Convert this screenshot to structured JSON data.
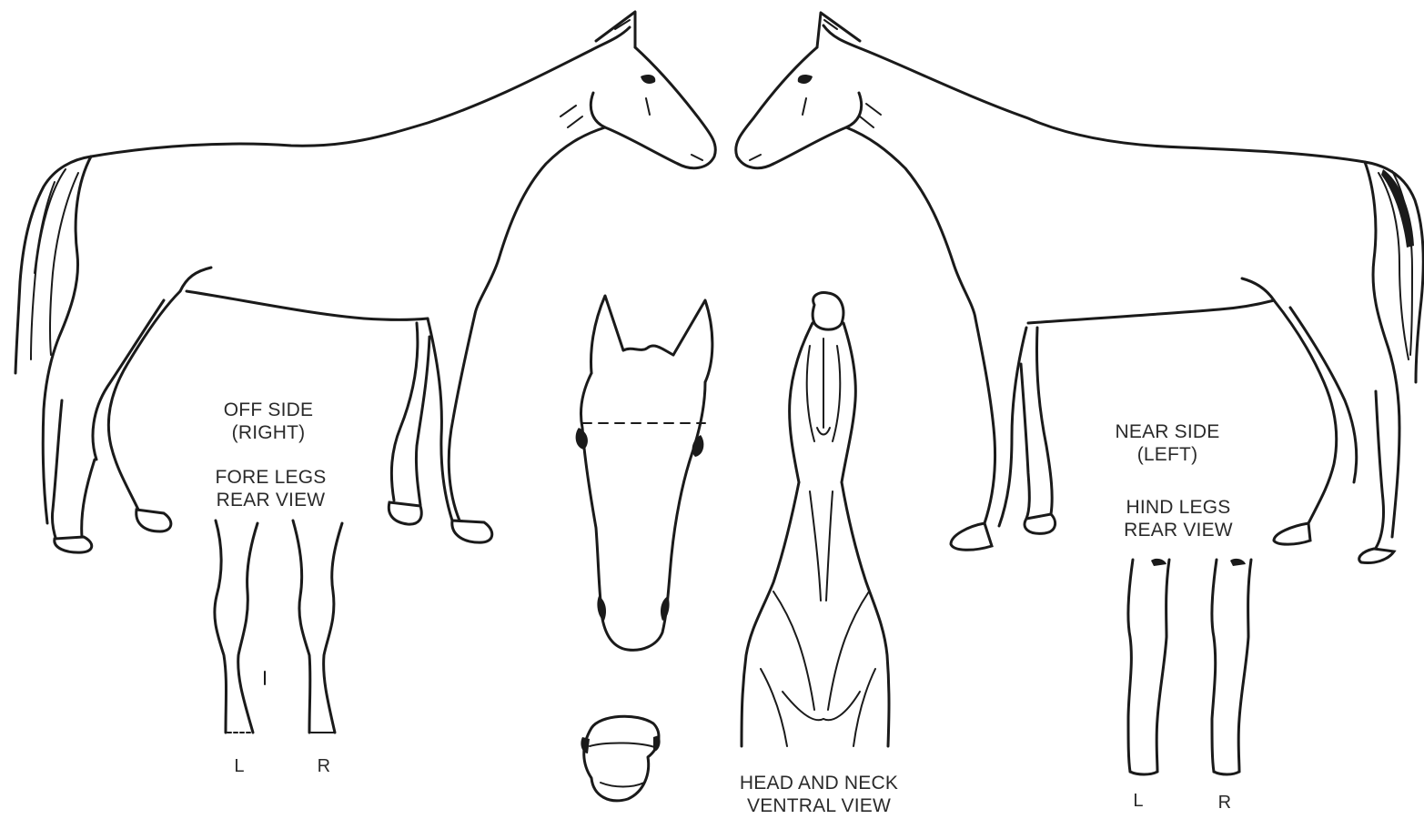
{
  "labels": {
    "off_side_line1": "OFF SIDE",
    "off_side_line2": "(RIGHT)",
    "fore_legs_line1": "FORE LEGS",
    "fore_legs_line2": "REAR VIEW",
    "near_side_line1": "NEAR SIDE",
    "near_side_line2": "(LEFT)",
    "hind_legs_line1": "HIND LEGS",
    "hind_legs_line2": "REAR VIEW",
    "head_neck_line1": "HEAD AND NECK",
    "head_neck_line2": "VENTRAL VIEW",
    "fore_left": "L",
    "fore_right": "R",
    "hind_left": "L",
    "hind_right": "R"
  },
  "colors": {
    "line": "#1a1a1a",
    "text": "#2a2a2a",
    "background": "#ffffff"
  }
}
